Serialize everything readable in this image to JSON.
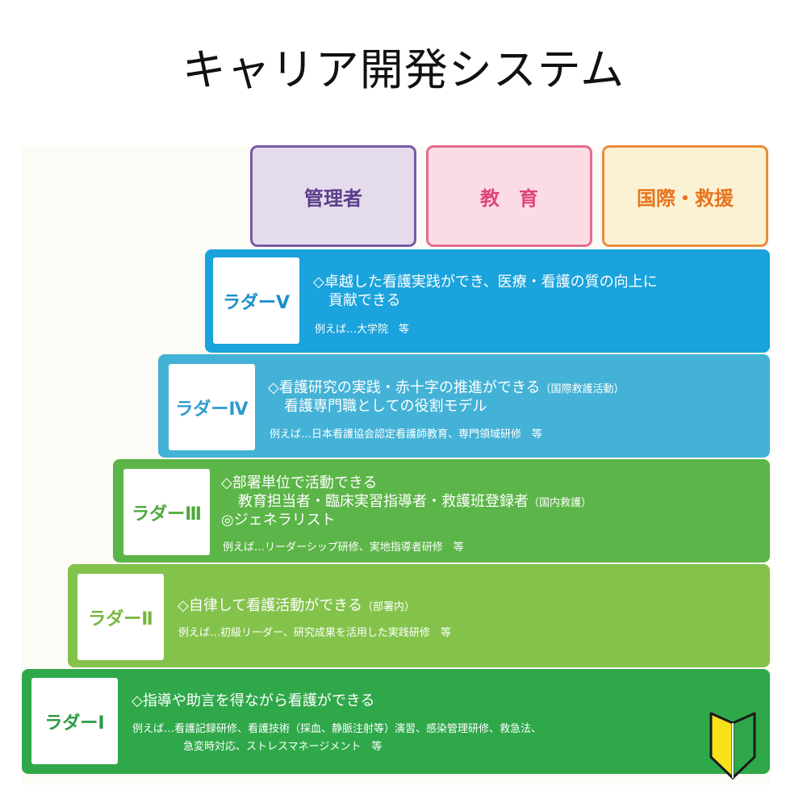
{
  "title": "キャリア開発システム",
  "categories": [
    {
      "label": "管理者",
      "color": "#5a3d8a"
    },
    {
      "label": "教　育",
      "color": "#e0457b"
    },
    {
      "label": "国際・救援",
      "color": "#e8741e"
    }
  ],
  "ladders": {
    "v": {
      "label": "ラダーⅤ",
      "line1": "◇卓越した看護実践ができ、医療・看護の質の向上に",
      "line2": "貢献できる",
      "example": "例えば…大学院　等"
    },
    "iv": {
      "label": "ラダーⅣ",
      "line1": "◇看護研究の実践・赤十字の推進ができる",
      "line1_small": "（国際救護活動）",
      "line2": "看護専門職としての役割モデル",
      "example": "例えば…日本看護協会認定看護師教育、専門領域研修　等"
    },
    "iii": {
      "label": "ラダーⅢ",
      "line1": "◇部署単位で活動できる",
      "line2": "教育担当者・臨床実習指導者・救護班登録者",
      "line2_small": "（国内救護）",
      "line3": "◎ジェネラリスト",
      "example": "例えば…リーダーシップ研修、実地指導者研修　等"
    },
    "ii": {
      "label": "ラダーⅡ",
      "line1": "◇自律して看護活動ができる",
      "line1_small": "（部署内）",
      "example": "例えば…初級リーダー、研究成果を活用した実践研修　等"
    },
    "i": {
      "label": "ラダーⅠ",
      "line1": "◇指導や助言を得ながら看護ができる",
      "example": "例えば…看護記録研修、看護技術（採血、静脈注射等）演習、感染管理研修、救急法、",
      "example2": "急変時対応、ストレスマネージメント　等"
    }
  },
  "colors": {
    "ladder_v": "#1aa3dc",
    "ladder_iv": "#44b2d6",
    "ladder_iii": "#5cb548",
    "ladder_ii": "#84c34b",
    "ladder_i": "#2fa84a"
  },
  "icons": {
    "beginner_mark": "shoshinsha-mark-icon"
  }
}
